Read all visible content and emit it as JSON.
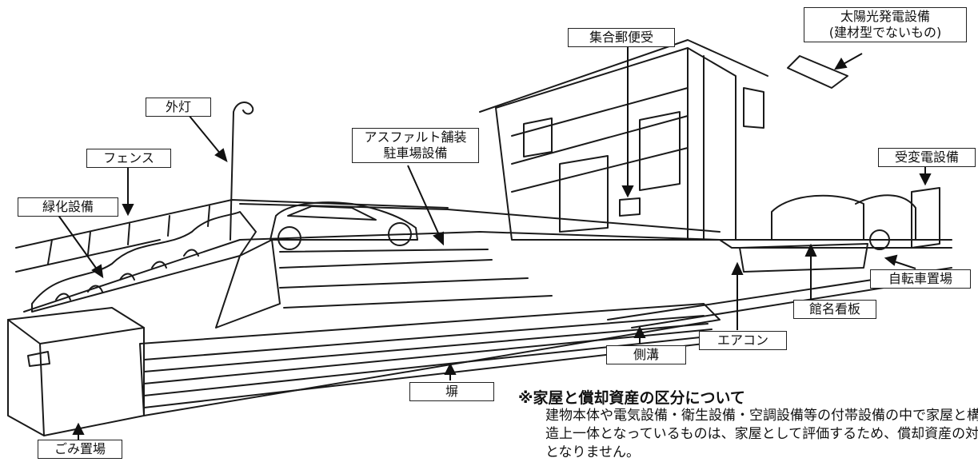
{
  "labels": {
    "outdoor_light": "外灯",
    "fence": "フェンス",
    "greening": "緑化設備",
    "parking": "アスファルト舗装\n駐車場設備",
    "mailbox": "集合郵便受",
    "solar": "太陽光発電設備\n(建材型でないもの)",
    "substation": "受変電設備",
    "bike_parking": "自転車置場",
    "signboard": "館名看板",
    "aircon": "エアコン",
    "gutter": "側溝",
    "wall": "塀",
    "garbage": "ごみ置場"
  },
  "note": {
    "title": "※家屋と償却資産の区分について",
    "body": "建物本体や電気設備・衛生設備・空調設備等の付帯設備の中で家屋と構造上一体となっているものは、家屋として評価するため、償却資産の対象となりません。"
  }
}
